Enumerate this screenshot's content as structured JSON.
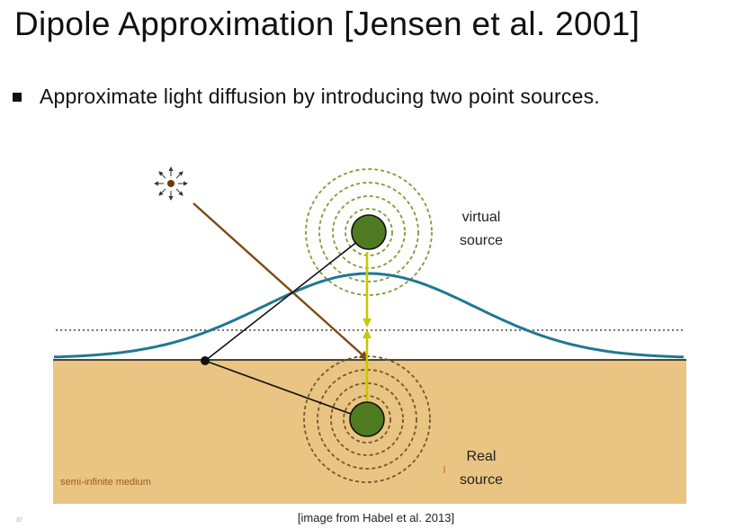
{
  "slide": {
    "title": "Dipole Approximation [Jensen et al. 2001]",
    "bullet": "Approximate light diffusion by introducing two point sources.",
    "page_number": "37"
  },
  "diagram": {
    "virtual_label_line1": "virtual",
    "virtual_label_line2": "source",
    "real_label_line1": "Real",
    "real_label_line2": "source",
    "medium_label": "semi-infinite medium",
    "credit": "[image from Habel et al. 2013]",
    "colors": {
      "medium": "#EAC483",
      "source": "#4E7A22",
      "virtual_ring": "#78A036",
      "real_ring": "#6E5A2C",
      "light_ray": "#7B4A12",
      "profile_curve": "#1F7893",
      "axis_arrows": "#C8C800",
      "medium_label": "#9C5A1E"
    }
  }
}
